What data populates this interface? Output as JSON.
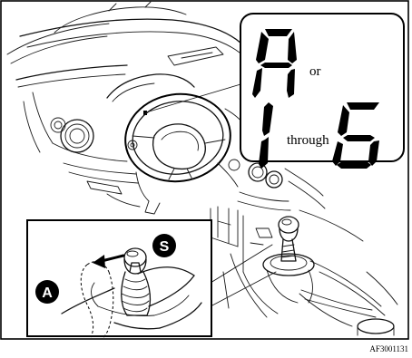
{
  "display_callout": {
    "letter_r": "R",
    "or_text": "or",
    "digit_1": "1",
    "through_text": "through",
    "digit_6": "6"
  },
  "inset": {
    "marker_a": "A",
    "marker_s": "S"
  },
  "figure_id": "AF3001131",
  "colors": {
    "line": "#000000",
    "background": "#ffffff",
    "marker_fill": "#000000"
  }
}
